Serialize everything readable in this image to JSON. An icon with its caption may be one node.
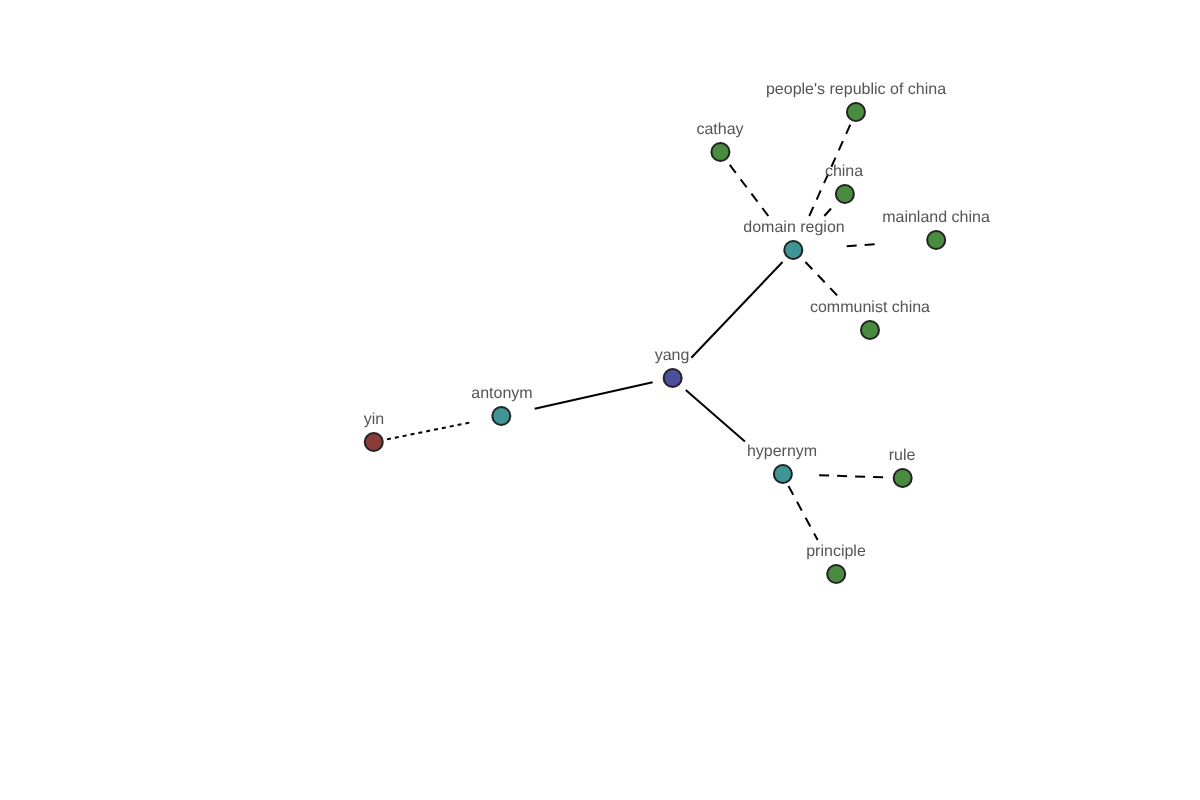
{
  "diagram": {
    "nodes": [
      {
        "text": [
          "people's republic of china"
        ]
      },
      {
        "text": [
          "cathay"
        ]
      },
      {
        "text": [
          "china"
        ]
      },
      {
        "text": [
          "mainland china"
        ]
      },
      {
        "text": [
          "domain region"
        ]
      },
      {
        "text": [
          "communist china"
        ]
      },
      {
        "text": [
          "yang"
        ]
      },
      {
        "text": [
          "antonym"
        ]
      },
      {
        "text": [
          "yin"
        ]
      },
      {
        "text": [
          "hypernym"
        ]
      },
      {
        "text": [
          "rule"
        ]
      },
      {
        "text": [
          "principle"
        ]
      }
    ],
    "edges": [
      {
        "from": 6,
        "to": 4,
        "arrow": "none"
      },
      {
        "from": 6,
        "to": 7,
        "arrow": "none"
      },
      {
        "from": 6,
        "to": 9,
        "arrow": "none"
      },
      {
        "from": 4,
        "to": 0,
        "arrow": "none",
        "style": "dashed"
      },
      {
        "from": 4,
        "to": 1,
        "arrow": "none",
        "style": "dashed"
      },
      {
        "from": 4,
        "to": 2,
        "arrow": "none",
        "style": "dashed"
      },
      {
        "from": 4,
        "to": 3,
        "arrow": "none",
        "style": "dashed"
      },
      {
        "from": 4,
        "to": 5,
        "arrow": "none",
        "style": "dashed"
      },
      {
        "from": 7,
        "to": 8,
        "arrow": "none",
        "style": "dashed"
      },
      {
        "from": 9,
        "to": 10,
        "arrow": "none",
        "style": "dashed"
      },
      {
        "from": 9,
        "to": 11,
        "arrow": "none",
        "style": "dashed"
      }
    ]
  }
}
